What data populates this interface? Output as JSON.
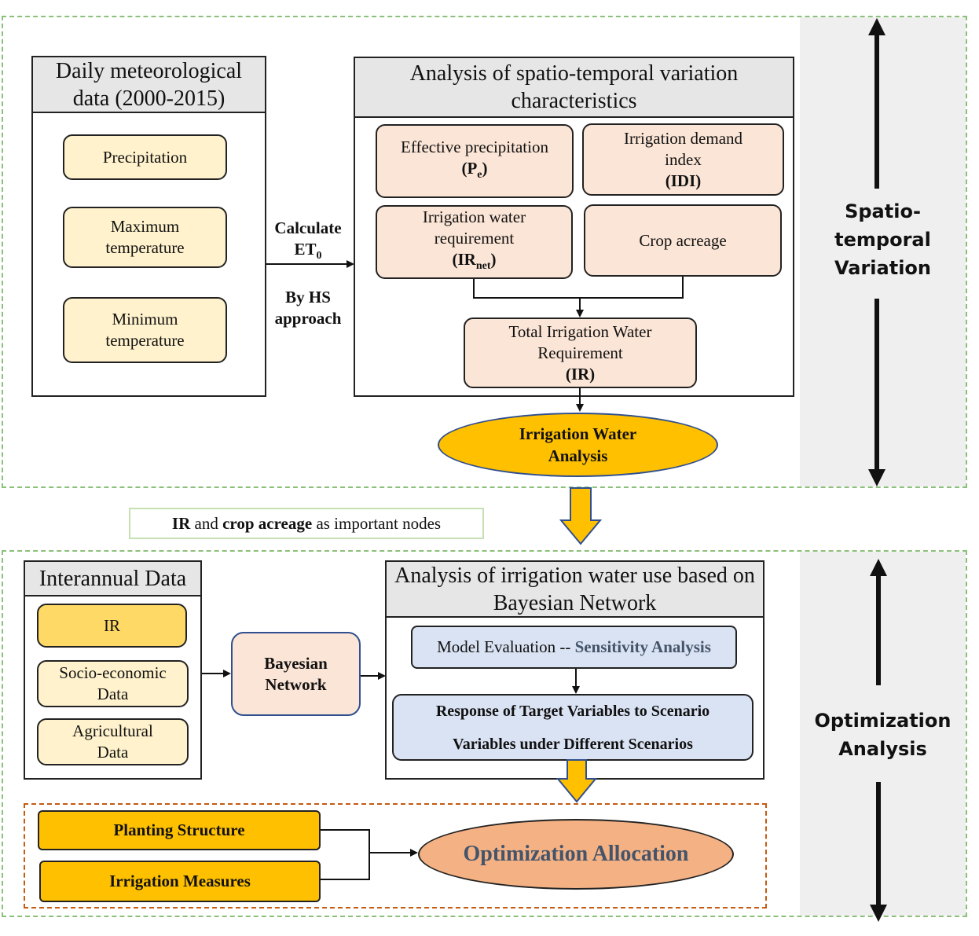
{
  "top": {
    "side_label": {
      "line1": "Spatio-temporal",
      "line2": "Variation"
    },
    "meteo": {
      "title": "Daily meteorological data (2000-2015)",
      "items": [
        "Precipitation",
        "Maximum temperature",
        "Minimum temperature"
      ]
    },
    "calc": {
      "line1": "Calculate",
      "et_main": "ET",
      "et_sub": "0",
      "line2": "By HS",
      "line3": "approach"
    },
    "analysis": {
      "title": "Analysis of spatio-temporal variation characteristics",
      "pe_text": "Effective precipitation",
      "pe_sym": "P",
      "pe_sub": "e",
      "idi_text": "Irrigation demand index",
      "idi_sym": "(IDI)",
      "irnet_text": "Irrigation water requirement",
      "irnet_sym": "IR",
      "irnet_sub": "net",
      "crop": "Crop acreage",
      "total_text": "Total Irrigation Water Requirement",
      "total_sym": "(IR)"
    },
    "ellipse": "Irrigation Water Analysis"
  },
  "note": {
    "bold1": "IR",
    "mid": " and ",
    "bold2": "crop acreage",
    "tail": " as important nodes"
  },
  "bottom": {
    "side_label": {
      "line1": "Optimization",
      "line2": "Analysis"
    },
    "interannual": {
      "title": "Interannual Data",
      "items": [
        "IR",
        "Socio-economic Data",
        "Agricultural Data"
      ]
    },
    "bayes": "Bayesian Network",
    "bn_analysis": {
      "title": "Analysis of irrigation water use based on Bayesian Network",
      "eval_plain": "Model Evaluation -- ",
      "eval_bold": "Sensitivity Analysis",
      "response_line1": "Response of Target Variables to Scenario",
      "response_line2": "Variables under Different Scenarios"
    },
    "planting": "Planting Structure",
    "irrigation_measures": "Irrigation Measures",
    "optimization": "Optimization Allocation"
  },
  "colors": {
    "green_dash": "#8cc07a",
    "side_bg": "#efefef",
    "yellow_box": "#fff2cc",
    "pink_box": "#fbe5d6",
    "blue_box": "#dae3f3",
    "gold": "#ffc000",
    "opt_ellipse": "#f4b183",
    "opt_text": "#44546a",
    "orange_dash": "#c55a11"
  }
}
